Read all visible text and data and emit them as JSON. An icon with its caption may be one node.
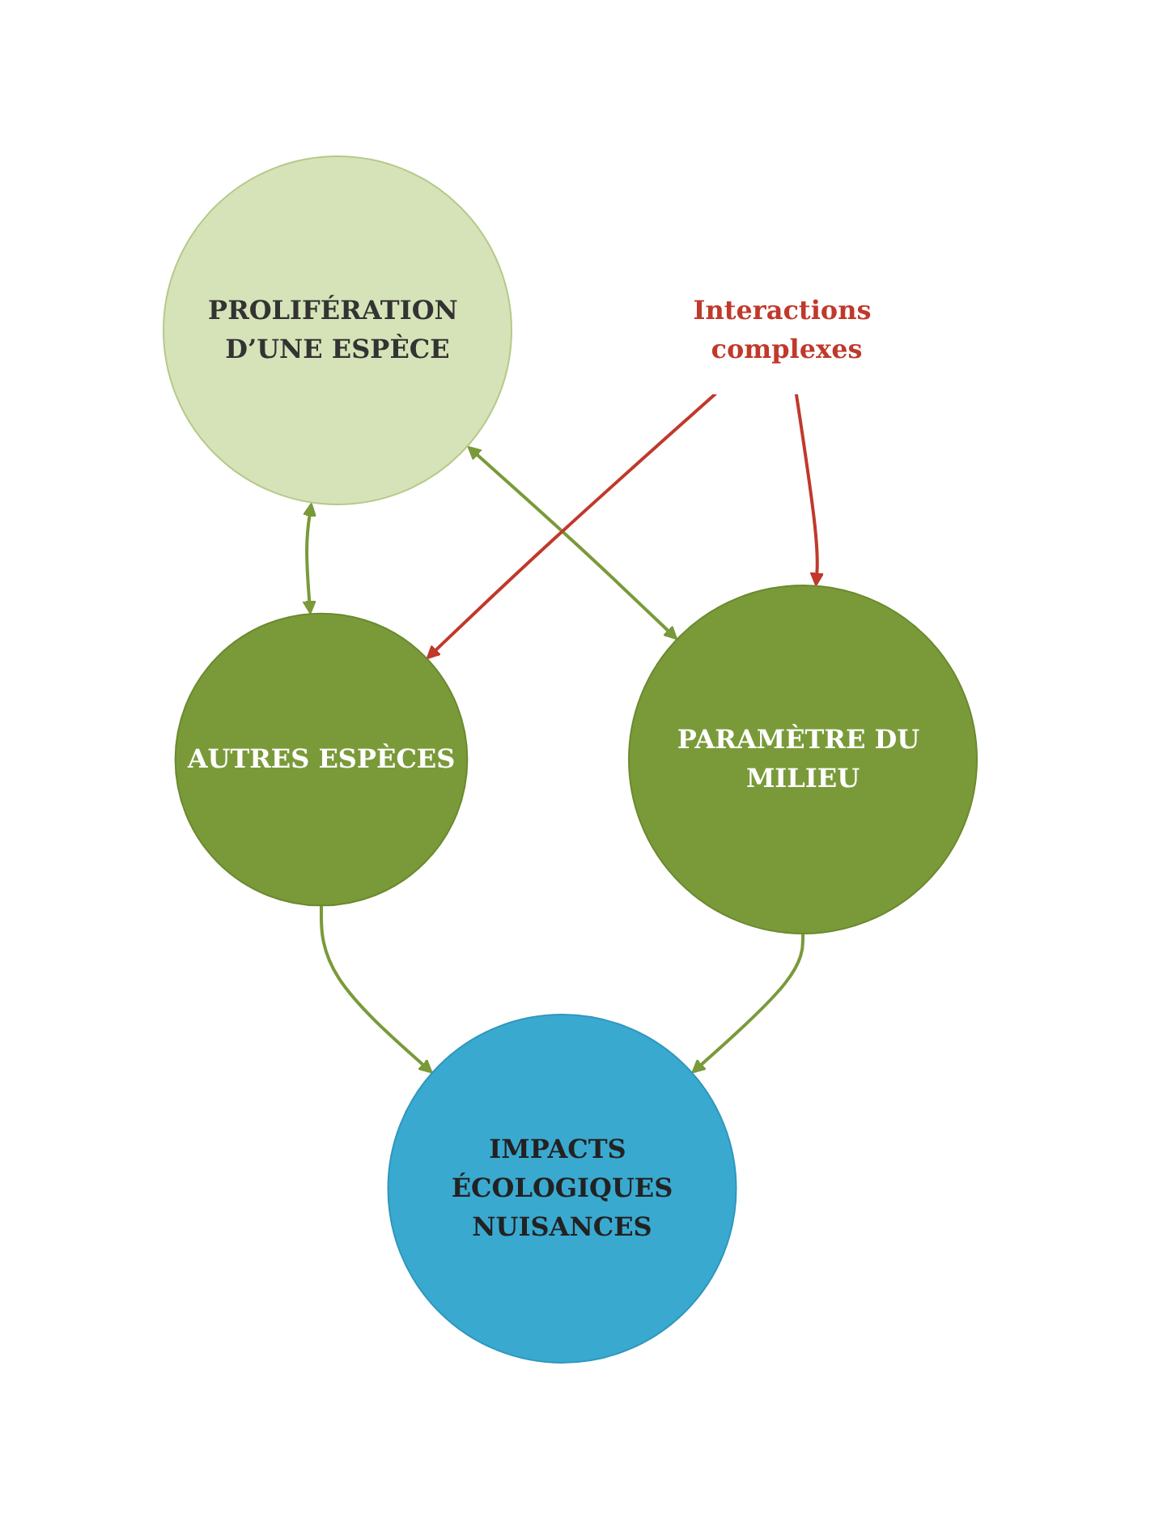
{
  "diagram": {
    "nodes": [
      {
        "text": [
          "PROLIFÉRATION D’UNE ESPÈCE"
        ]
      },
      {
        "text": [
          "AUTRES ESPÈCES"
        ]
      },
      {
        "text": [
          "Interactions complexes"
        ]
      },
      {
        "text": [
          "PARAMÈTRE DU MILIEU"
        ]
      },
      {
        "text": [
          "IMPACTS ÉCOLOGIQUES",
          "NUISANCES"
        ]
      }
    ],
    "edges": [
      {
        "from": 0,
        "to": 1,
        "arrow": "both"
      },
      {
        "from": 0,
        "to": 3,
        "arrow": "both"
      },
      {
        "from": 2,
        "to": 1,
        "arrow": "to",
        "color": "#c0392b"
      },
      {
        "from": 2,
        "to": 3,
        "arrow": "to",
        "color": "#c0392b"
      },
      {
        "from": 1,
        "to": 4,
        "arrow": "to"
      },
      {
        "from": 3,
        "to": 4,
        "arrow": "to"
      }
    ]
  }
}
